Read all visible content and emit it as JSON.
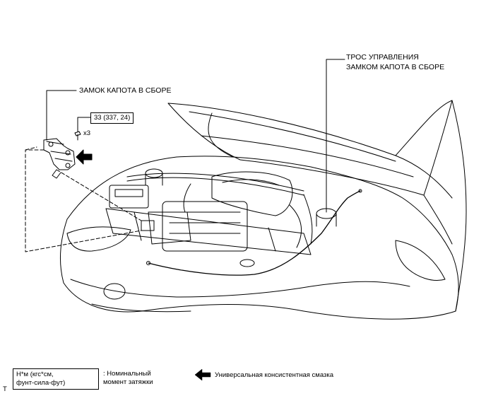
{
  "callouts": {
    "cable_line1": "ТРОС УПРАВЛЕНИЯ",
    "cable_line2": "ЗАМКОМ КАПОТА В СБОРЕ",
    "lock_label": "ЗАМОК КАПОТА В СБОРЕ",
    "torque_value": "33 (337, 24)",
    "quantity": "x3"
  },
  "legend": {
    "unit_line1": "Н*м (кгс*см,",
    "unit_line2": "фунт-сила-фут)",
    "torque_line1": ": Номинальный",
    "torque_line2": "момент затяжки",
    "grease_label": "Универсальная консистентная смазка"
  },
  "corner_mark": "T"
}
